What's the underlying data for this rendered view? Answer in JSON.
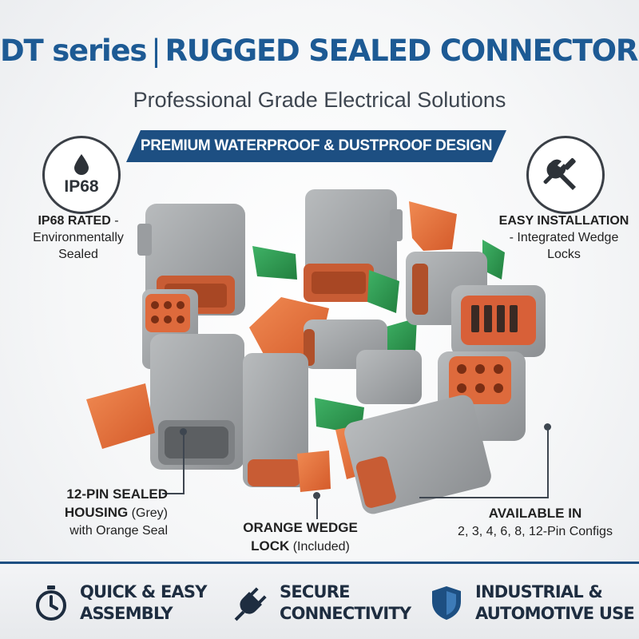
{
  "header": {
    "title_left": "DT series",
    "title_sep": "|",
    "title_right": "RUGGED SEALED CONNECTORS",
    "subtitle": "Professional Grade Electrical Solutions",
    "banner": "PREMIUM WATERPROOF & DUSTPROOF DESIGN"
  },
  "features": {
    "left": {
      "icon": "water-drop-icon",
      "badge_text": "IP68",
      "title": "IP68 RATED",
      "dash": " -",
      "line2": "Environmentally",
      "line3": "Sealed"
    },
    "right": {
      "icon": "wrench-screwdriver-icon",
      "title": "EASY INSTALLATION",
      "line2": "- Integrated Wedge",
      "line3": "Locks"
    }
  },
  "callouts": {
    "housing": {
      "title1": "12-PIN SEALED",
      "title2": "HOUSING",
      "title2_extra": " (Grey)",
      "line3": "with Orange Seal"
    },
    "wedge": {
      "title1": "ORANGE WEDGE",
      "title2": "LOCK",
      "title2_extra": " (Included)"
    },
    "available": {
      "title": "AVAILABLE IN",
      "line2": "2, 3, 4, 6, 8, 12-Pin Configs"
    }
  },
  "bottom": [
    {
      "icon": "stopwatch-icon",
      "line1": "QUICK & EASY",
      "line2": "ASSEMBLY"
    },
    {
      "icon": "plug-icon",
      "line1": "SECURE",
      "line2": "CONNECTIVITY"
    },
    {
      "icon": "shield-icon",
      "line1": "INDUSTRIAL &",
      "line2": "AUTOMOTIVE USE"
    }
  ],
  "colors": {
    "brand_blue": "#1d5a94",
    "banner_blue": "#1d4f82",
    "housing_grey": "#9ea1a3",
    "seal_orange": "#e0683a",
    "wedge_green": "#2f9a52"
  }
}
